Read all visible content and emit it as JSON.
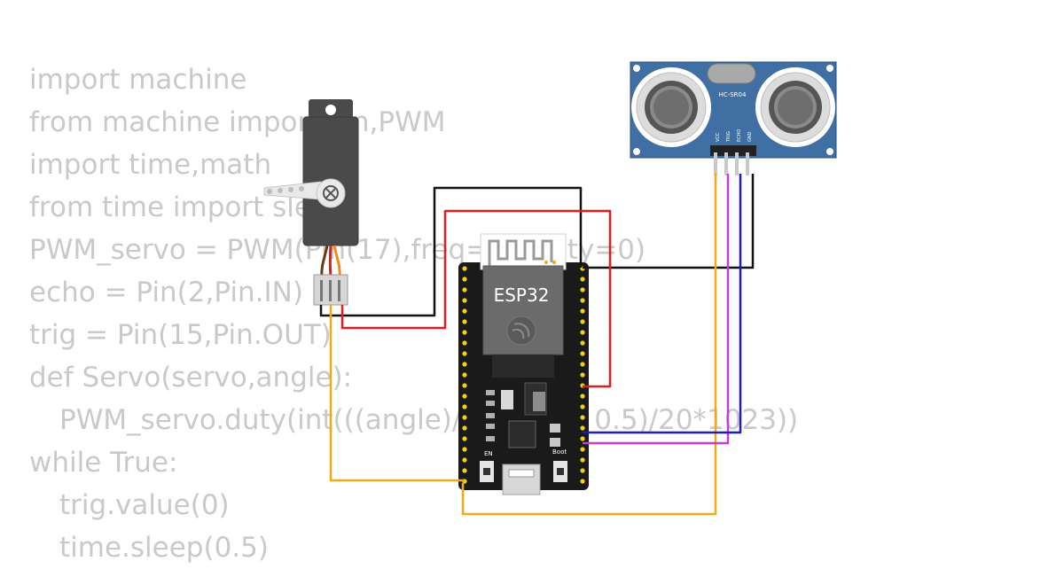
{
  "code_lines": [
    {
      "text": "import machine",
      "indent": false
    },
    {
      "text": "from machine import Pin,PWM",
      "indent": false
    },
    {
      "text": "import time,math",
      "indent": false
    },
    {
      "text": "from time import sleep",
      "indent": false
    },
    {
      "text": "PWM_servo = PWM(Pin(17),freq=50,duty=0)",
      "indent": false
    },
    {
      "text": "echo = Pin(2,Pin.IN)",
      "indent": false
    },
    {
      "text": "trig = Pin(15,Pin.OUT)",
      "indent": false
    },
    {
      "text": "def Servo(servo,angle):",
      "indent": false
    },
    {
      "text": "PWM_servo.duty(int(((angle)/180 *2 + 0.5)/20*1023))",
      "indent": true
    },
    {
      "text": "while True:",
      "indent": false
    },
    {
      "text": "trig.value(0)",
      "indent": true
    },
    {
      "text": "time.sleep(0.5)",
      "indent": true
    }
  ],
  "esp32": {
    "chip_label": "ESP32",
    "en_label": "EN",
    "boot_label": "Boot"
  },
  "sensor": {
    "label": "HC-SR04",
    "pins": [
      "VCC",
      "TRIG",
      "ECHO",
      "GND"
    ]
  },
  "colors": {
    "code_text": "#c9c9c9",
    "wire_gnd": "#111111",
    "wire_power": "#e01e1e",
    "wire_vin": "#f2a818",
    "wire_trig": "#c23fd6",
    "wire_echo": "#1f1fb4",
    "board": "#1a1a1a",
    "sensor_board": "#3f6fa3",
    "servo_body": "#4a4a4a"
  }
}
